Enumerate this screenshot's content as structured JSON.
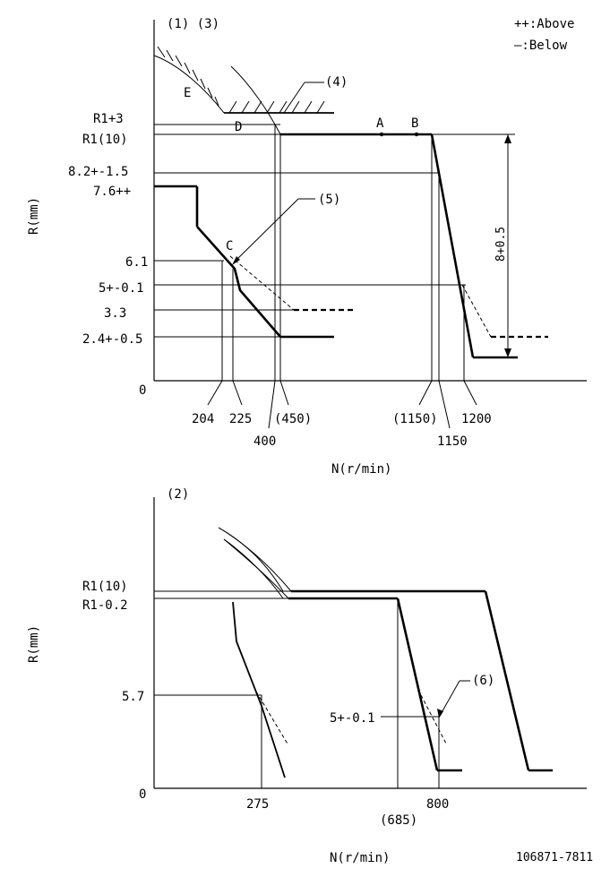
{
  "legend": {
    "above": "++:Above",
    "below": "—:Below"
  },
  "top_chart": {
    "panel_label": "(1) (3)",
    "y_axis_label": "R(mm)",
    "x_axis_label": "N(r/min)",
    "origin": "0",
    "y_labels": {
      "r1_plus3": "R1+3",
      "r1": "R1(10)",
      "y82": "8.2+-1.5",
      "y76": "7.6++",
      "y61": "6.1",
      "y5": "5+-0.1",
      "y33": "3.3",
      "y24": "2.4+-0.5"
    },
    "x_labels": {
      "x204": "204",
      "x225": "225",
      "x450": "(450)",
      "x400": "400",
      "x1150p": "(1150)",
      "x1200": "1200",
      "x1150": "1150"
    },
    "points": {
      "a": "A",
      "b": "B",
      "c": "C",
      "d": "D",
      "e": "E"
    },
    "callouts": {
      "c4": "(4)",
      "c5": "(5)"
    },
    "vertical_dim": "8+0.5"
  },
  "bottom_chart": {
    "panel_label": "(2)",
    "y_axis_label": "R(mm)",
    "x_axis_label": "N(r/min)",
    "origin": "0",
    "y_labels": {
      "r1": "R1(10)",
      "r1m": "R1-0.2",
      "y57": "5.7",
      "y5": "5+-0.1"
    },
    "x_labels": {
      "x275": "275",
      "x685": "(685)",
      "x800": "800"
    },
    "callouts": {
      "c6": "(6)"
    }
  },
  "footer": {
    "part_number": "106871-7811"
  }
}
